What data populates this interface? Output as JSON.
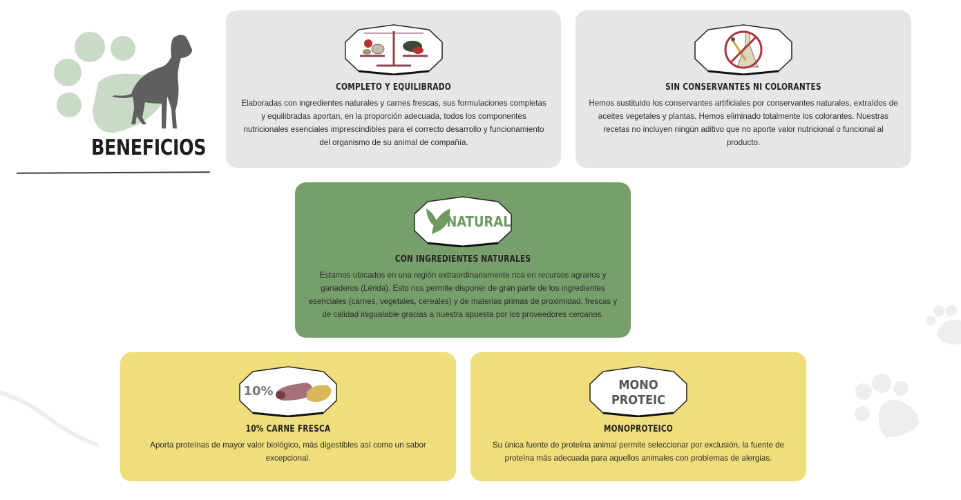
{
  "section": {
    "heading": "BENEFICIOS",
    "illustration": "dog-silhouette-with-paw-icon"
  },
  "colors": {
    "grey_card": "#e5e6e7",
    "green_card": "#779f6b",
    "yellow_card": "#efde7b",
    "paw_green": "#c9dbc6",
    "dog_grey": "#5f5f5f",
    "badge_accent": "#8c4452"
  },
  "cards": [
    {
      "id": "completo",
      "badge_icon": "balance-scale-food-icon",
      "title": "COMPLETO Y EQUILIBRADO",
      "text": "Elaboradas con ingredientes naturales y carnes frescas, sus formulaciones completas y equilibradas aportan, en la proporción adecuada, todos los componentes nutricionales esenciales imprescindibles para el correcto desarrollo y funcionamiento del organismo de su animal de compañía."
    },
    {
      "id": "sin-conservantes",
      "badge_icon": "no-chemicals-flask-icon",
      "title": "SIN CONSERVANTES NI COLORANTES",
      "text": "Hemos sustituido los conservantes artificiales por conservantes naturales, extraídos de aceites vegetales y plantas. Hemos eliminado totalmente los colorantes. Nuestras recetas no incluyen ningún aditivo que no aporte valor nutricional o funcional al producto."
    },
    {
      "id": "natural",
      "badge_icon": "leaf-icon",
      "badge_text": "NATURAL",
      "title": "CON INGREDIENTES NATURALES",
      "text": "Estamos ubicados en una región extraordinariamente rica en recursos agrarios y ganaderos (Lérida). Esto nos permite disponer de gran parte de los ingredientes esenciales (carnes, vegetales, cereales) y de materias primas de proximidad, frescas y de calidad inigualable gracias a nuestra apuesta por los proveedores cercanos."
    },
    {
      "id": "carne-fresca",
      "badge_icon": "meat-icon",
      "badge_text": "10%",
      "title": "10% CARNE FRESCA",
      "text": "Aporta proteínas de mayor valor biológico, más digestibles así como un sabor excepcional."
    },
    {
      "id": "monoproteico",
      "badge_icon": "mono-proteic-text-icon",
      "badge_text_1": "MONO",
      "badge_text_2": "PROTEIC",
      "title": "MONOPROTEICO",
      "text": "Su única fuente de proteína animal permite seleccionar por exclusión, la fuente de proteína más adecuada para aquellos animales con problemas de alergias."
    }
  ]
}
